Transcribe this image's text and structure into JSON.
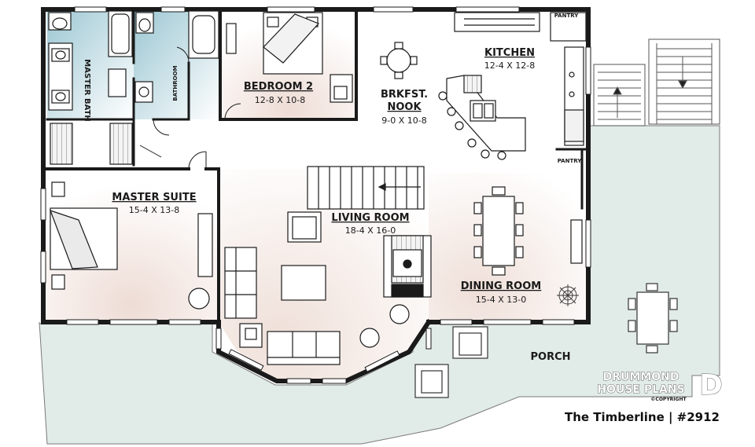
{
  "rooms": {
    "master_bath": {
      "label": "MASTER BATH"
    },
    "bathroom": {
      "label": "BATHROOM"
    },
    "bedroom2": {
      "label": "BEDROOM 2",
      "dims": "12-8 X 10-8"
    },
    "kitchen": {
      "label": "KITCHEN",
      "dims": "12-4 X 12-8"
    },
    "pantry": {
      "label": "PANTRY"
    },
    "brkfst_nook": {
      "label_line1": "BRKFST.",
      "label_line2": "NOOK",
      "dims": "9-0 X 10-8"
    },
    "master_suite": {
      "label": "MASTER SUITE",
      "dims": "15-4 X 13-8"
    },
    "living_room": {
      "label": "LIVING ROOM",
      "dims": "18-4 X 16-0"
    },
    "dining_room": {
      "label": "DINING ROOM",
      "dims": "15-4 X 13-0"
    },
    "porch": {
      "label": "PORCH"
    }
  },
  "branding": {
    "line1": "DRUMMOND",
    "line2": "HOUSE PLANS",
    "copyright": "©COPYRIGHT",
    "logo_letter": "D"
  },
  "caption": "The Timberline | #2912",
  "colors": {
    "bath_fill": "#a9cfd9",
    "room_fill": "#f0e2dc",
    "porch_fill": "#dfe9e6",
    "wall": "#1a1a1a"
  }
}
